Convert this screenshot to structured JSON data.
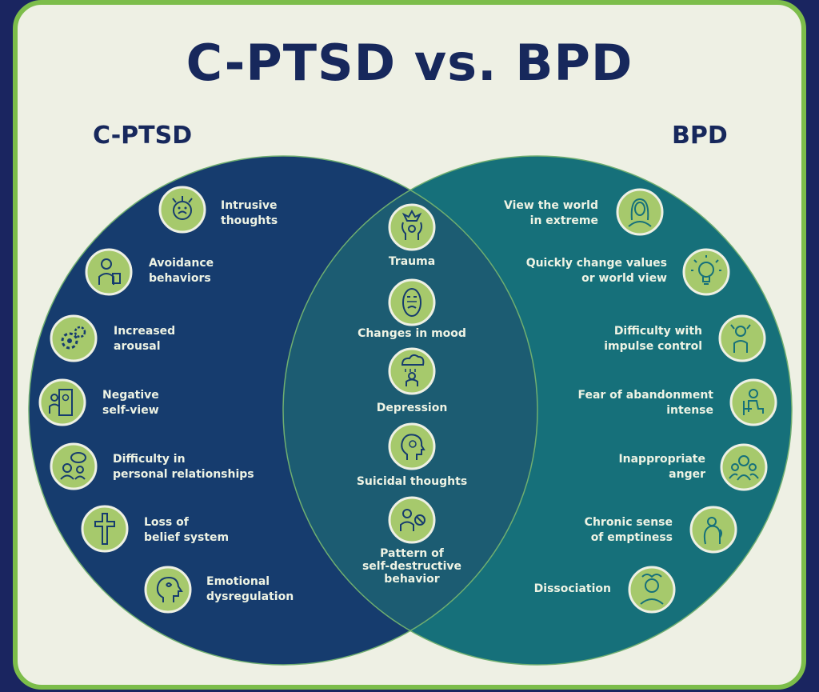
{
  "title": "C-PTSD vs. BPD",
  "left_set": {
    "label": "C-PTSD",
    "items": [
      {
        "l1": "Intrusive",
        "l2": "thoughts",
        "icon": "distressed-face-icon"
      },
      {
        "l1": "Avoidance",
        "l2": "behaviors",
        "icon": "person-turning-away-icon"
      },
      {
        "l1": "Increased",
        "l2": "arousal",
        "icon": "gears-icon"
      },
      {
        "l1": "Negative",
        "l2": "self-view",
        "icon": "person-mirror-icon"
      },
      {
        "l1": "Difficulty in",
        "l2": "personal relationships",
        "icon": "people-speech-icon"
      },
      {
        "l1": "Loss of",
        "l2": "belief system",
        "icon": "cross-icon"
      },
      {
        "l1": "Emotional",
        "l2": "dysregulation",
        "icon": "head-storm-icon"
      }
    ]
  },
  "right_set": {
    "label": "BPD",
    "items": [
      {
        "l1": "View the world",
        "l2": "in extreme",
        "icon": "woman-portrait-icon"
      },
      {
        "l1": "Quickly change values",
        "l2": "or world view",
        "icon": "lightbulb-head-icon"
      },
      {
        "l1": "Difficulty with",
        "l2": "impulse control",
        "icon": "person-stress-icon"
      },
      {
        "l1": "Fear of abandonment",
        "l2": "intense",
        "icon": "person-seated-icon"
      },
      {
        "l1": "Inappropriate",
        "l2": "anger",
        "icon": "angry-group-icon"
      },
      {
        "l1": "Chronic sense",
        "l2": "of emptiness",
        "icon": "hunched-person-icon"
      },
      {
        "l1": "Dissociation",
        "l2": "",
        "icon": "person-confused-icon"
      }
    ]
  },
  "overlap": {
    "items": [
      {
        "l1": "Trauma",
        "l2": "",
        "l3": "",
        "icon": "head-explosion-icon"
      },
      {
        "l1": "Changes in mood",
        "l2": "",
        "l3": "",
        "icon": "mood-faces-icon"
      },
      {
        "l1": "Depression",
        "l2": "",
        "l3": "",
        "icon": "rain-cloud-person-icon"
      },
      {
        "l1": "Suicidal thoughts",
        "l2": "",
        "l3": "",
        "icon": "head-profile-icon"
      },
      {
        "l1": "Pattern of",
        "l2": "self-destructive",
        "l3": "behavior",
        "icon": "self-harm-icon"
      }
    ]
  },
  "colors": {
    "left_circle": "#163c6e",
    "right_circle": "#16707a",
    "overlap": "#1c5c72",
    "icon_fill": "#a6c96c",
    "frame": "#7cbd4a",
    "title": "#17285c"
  }
}
